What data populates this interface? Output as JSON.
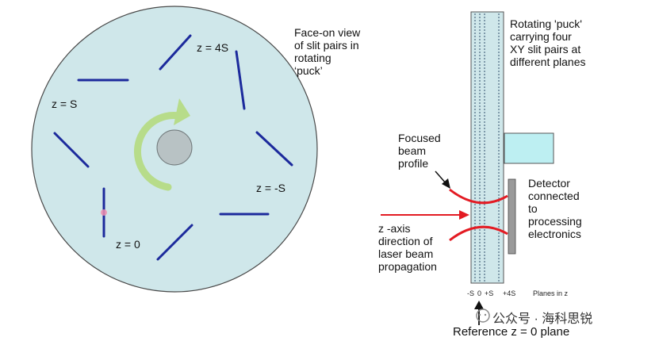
{
  "labels": {
    "face_on": "Face-on view\nof slit pairs in\nrotating\n‘puck’",
    "z_4s": "z = 4S",
    "z_s": "z = S",
    "z_minus_s": "z = -S",
    "z_0": "z = 0",
    "rotating_puck": "Rotating 'puck'\ncarrying four\nXY slit pairs at\ndifferent planes",
    "focused_beam": "Focused\nbeam\nprofile",
    "detector": "Detector\nconnected\nto\nprocessing\nelectronics",
    "z_axis": "z -axis\ndirection of\nlaser beam\npropagation",
    "planes": {
      "minus_s": "-S",
      "zero": "0",
      "plus_s": "+S",
      "plus_4s": "+4S",
      "planes_in_z": "Planes in z"
    },
    "reference": "Reference z = 0 plane",
    "watermark": "公众号 · 海科思锐"
  },
  "colors": {
    "disc_fill": "#cfe7ea",
    "slit": "#1c2a9c",
    "arrow_green": "#b7dc8a",
    "hub": "#b8c2c4",
    "beam": "#e31b23",
    "detector_block": "#bdeff2",
    "detector_plate": "#9a9a9a"
  }
}
